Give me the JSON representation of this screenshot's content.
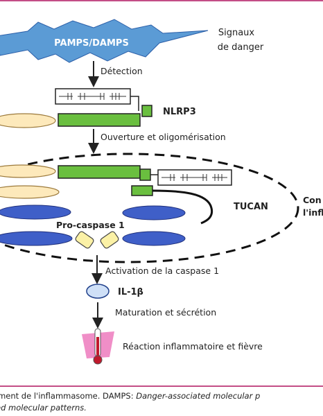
{
  "labels": {
    "pamps_damps": "PAMPS/DAMPS",
    "signaux_line1": "Signaux",
    "signaux_line2": "de danger",
    "detection": "Détection",
    "nlrp3": "NLRP3",
    "ouverture": "Ouverture et oligomérisation",
    "complexe_line1": "Con",
    "complexe_line2": "l'infl",
    "tucan": "TUCAN",
    "pro_caspase": "Pro-caspase 1",
    "activation": "Activation de la caspase 1",
    "il1b": "IL-1β",
    "maturation": "Maturation et sécrétion",
    "reaction": "Réaction inflammatoire et fièvre"
  },
  "caption": {
    "line1_start": "ement de l'inflammasome. DAMPS: ",
    "line1_italic": "Danger-associated molecular p",
    "line2": "ed molecular patterns."
  },
  "colors": {
    "rule": "#c34d86",
    "star_fill": "#5b9bd5",
    "green": "#6abf3f",
    "cream": "#fde9bb",
    "blue": "#3f5fc8",
    "yellow": "#fbf1a6",
    "il1b_fill": "#cfe0f7",
    "pink": "#f08ec7"
  }
}
